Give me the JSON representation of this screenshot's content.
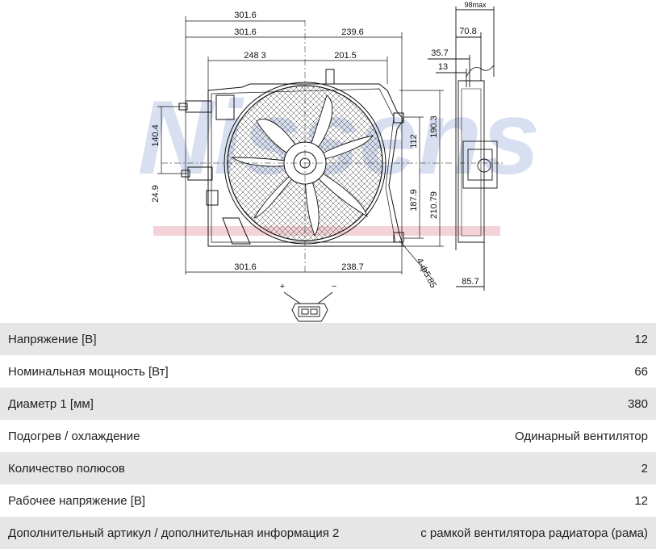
{
  "drawing": {
    "watermark": "Nissens",
    "dims": {
      "top_total": "301.6",
      "top_left": "301.6",
      "top_right": "239.6",
      "mid_left": "248 3",
      "mid_right": "201.5",
      "left_upper": "140.4",
      "left_lower": "24.9",
      "right_112": "112",
      "right_190": "190.3",
      "right_187": "187.9",
      "right_210": "210.79",
      "bottom_left": "301.6",
      "bottom_right": "238.7",
      "holes": "4-ф5.85",
      "side_max": "98max",
      "side_70": "70.8",
      "side_35": "35.7",
      "side_13": "13",
      "side_85": "85.7"
    },
    "connector": {
      "plus": "+",
      "minus": "−"
    }
  },
  "specs": [
    {
      "label": "Напряжение [В]",
      "value": "12"
    },
    {
      "label": "Номинальная мощность [Вт]",
      "value": "66"
    },
    {
      "label": "Диаметр 1 [мм]",
      "value": "380"
    },
    {
      "label": "Подогрев / охлаждение",
      "value": "Одинарный вентилятор"
    },
    {
      "label": "Количество полюсов",
      "value": "2"
    },
    {
      "label": "Рабочее напряжение [В]",
      "value": "12"
    },
    {
      "label": "Дополнительный артикул / дополнительная информация 2",
      "value": "с рамкой вентилятора радиатора (рама)"
    }
  ]
}
